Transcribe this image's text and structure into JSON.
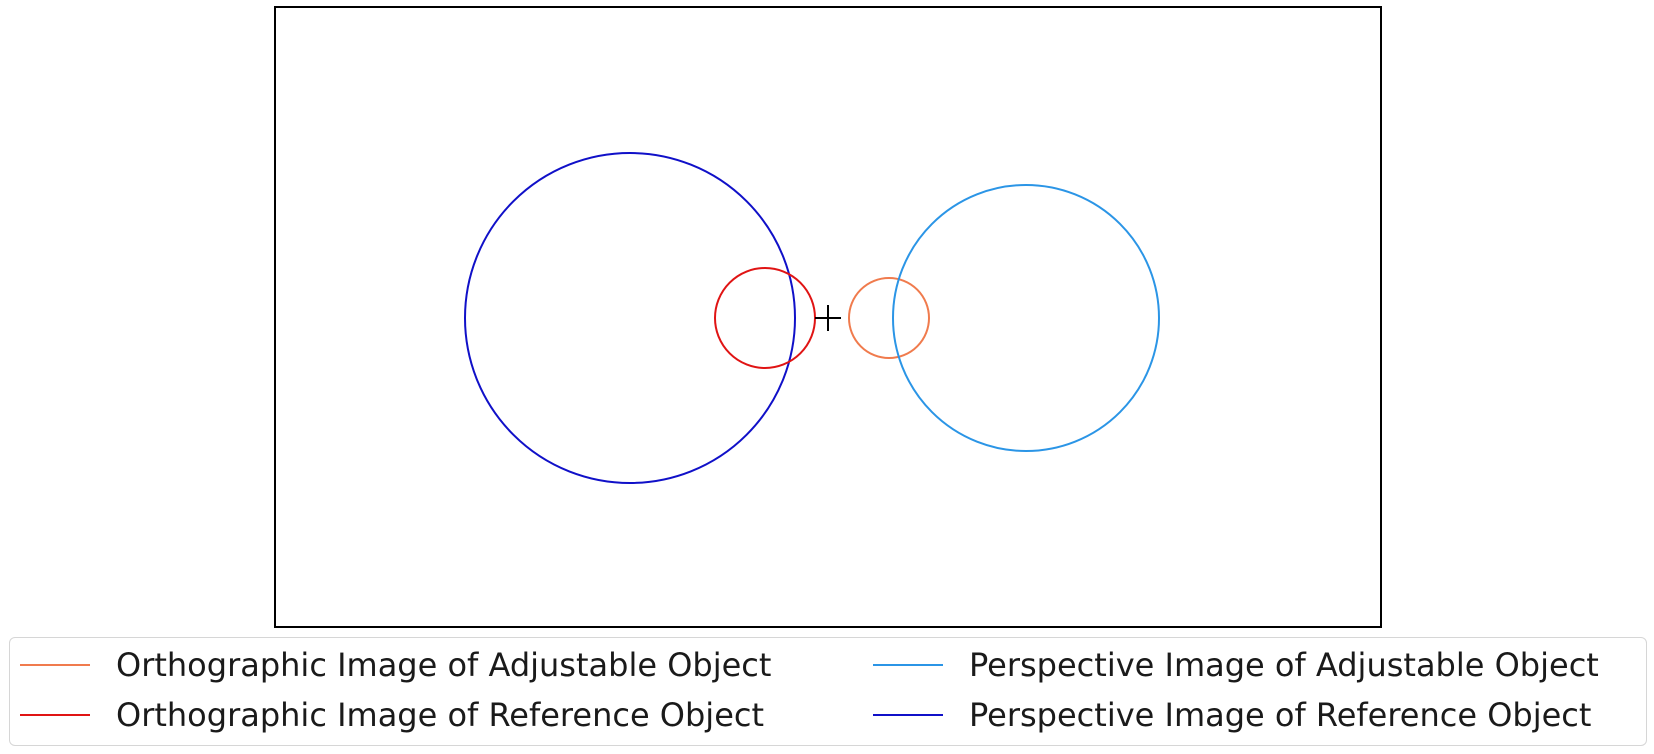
{
  "diagram": {
    "marker": "plus",
    "objects": [
      {
        "id": "orthographic-adjustable",
        "label": "Orthographic Image of Adjustable Object",
        "color": "#f07b4d"
      },
      {
        "id": "orthographic-reference",
        "label": "Orthographic Image of Reference Object",
        "color": "#e01414"
      },
      {
        "id": "perspective-adjustable",
        "label": "Perspective Image of Adjustable Object",
        "color": "#2b95e6"
      },
      {
        "id": "perspective-reference",
        "label": "Perspective Image of Reference Object",
        "color": "#1010c8"
      }
    ]
  },
  "legend": {
    "items": [
      {
        "label": "Orthographic Image of Adjustable Object",
        "color": "#f07b4d"
      },
      {
        "label": "Orthographic Image of Reference Object",
        "color": "#e01414"
      },
      {
        "label": "Perspective Image of Adjustable Object",
        "color": "#2b95e6"
      },
      {
        "label": "Perspective Image of Reference Object",
        "color": "#1010c8"
      }
    ]
  }
}
